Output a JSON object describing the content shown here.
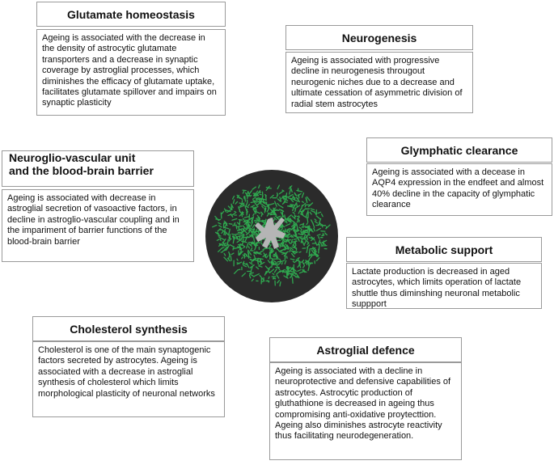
{
  "panels": {
    "glutamate": {
      "title": "Glutamate homeostasis",
      "text": "Ageing is associated with the decrease in the density of astrocytic glutamate transporters and a decrease in synaptic coverage by astroglial processes, which diminishes the efficacy of glutamate uptake, facilitates glutamate spillover and impairs on synaptic plasticity"
    },
    "neurogenesis": {
      "title": "Neurogenesis",
      "text": "Ageing is associated with progressive decline in neurogenesis througout neurogenic niches due to a decrease and ultimate cessation of asymmetric division of radial stem astrocytes"
    },
    "neurovascular": {
      "title_line1": "Neuroglio-vascular unit",
      "title_line2": "and the blood-brain barrier",
      "text": "Ageing is associated with decrease in astroglial secretion of vasoactive factors, in decline in astroglio-vascular coupling and in the impariment of barrier functions of the blood-brain barrier"
    },
    "glymphatic": {
      "title": "Glymphatic clearance",
      "text": "Ageing is associated with a decease in AQP4  expression in the endfeet and almost 40% decline in the capacity of glymphatic clearance"
    },
    "metabolic": {
      "title": "Metabolic support",
      "text": "Lactate production is decreased in aged astrocytes, which limits operation of lactate shuttle thus diminshing neuronal metabolic suppport"
    },
    "cholesterol": {
      "title": "Cholesterol synthesis",
      "text": "Cholesterol is one of the main synaptogenic factors secreted by astrocytes. Ageing is associated with a decrease in astroglial synthesis of cholesterol which limits morphological plasticity of neuronal networks"
    },
    "defence": {
      "title": "Astroglial defence",
      "text": "Ageing is associated with a decline in neuroprotective and defensive capabilities of astrocytes. Astrocytic production of gluthathione is decreased in ageing thus compromising anti-oxidative proytecttion. Ageing also diminishes astrocyte reactivity thus facilitating neurodegeneration."
    }
  },
  "colors": {
    "border": "#9a9a9a",
    "circle": "#2b2b2b",
    "astrocyte_processes": "#2fa84f",
    "astrocyte_soma": "#b5b5b5"
  },
  "icons": {
    "center_image": "astrocyte-micrograph"
  }
}
